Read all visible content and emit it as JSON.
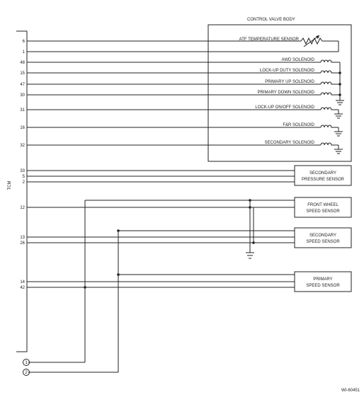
{
  "diagram": {
    "control_valve_body_title": "CONTROL VALVE BODY",
    "tcm_label": "TCM",
    "figure_id": "WI-60451",
    "pins": {
      "p6": "6",
      "p1": "1",
      "p48": "48",
      "p15": "15",
      "p47": "47",
      "p30": "30",
      "p31": "31",
      "p16": "16",
      "p32": "32",
      "p33": "33",
      "p5": "5",
      "p2": "2",
      "p12": "12",
      "p13": "13",
      "p26": "26",
      "p14": "14",
      "p42": "42"
    },
    "components": {
      "atf_temp_sensor": "ATF TEMPERATURE SENSOR",
      "awd_solenoid": "AWD SOLENOID",
      "lockup_duty_solenoid": "LOCK-UP DUTY SOLENOID",
      "primary_up_solenoid": "PRIMARY UP SOLENOID",
      "primary_down_solenoid": "PRIMARY DOWN SOLENOID",
      "lockup_onoff_solenoid": "LOCK-UP ON/OFF SOLENOID",
      "fr_solenoid": "F&R SOLENOID",
      "secondary_solenoid": "SECONDARY SOLENOID"
    },
    "sensors": {
      "secondary_pressure_1": "SECONDARY",
      "secondary_pressure_2": "PRESSURE SENSOR",
      "front_wheel_speed_1": "FRONT WHEEL",
      "front_wheel_speed_2": "SPEED SENSOR",
      "secondary_speed_1": "SECONDARY",
      "secondary_speed_2": "SPEED SENSOR",
      "primary_speed_1": "PRIMARY",
      "primary_speed_2": "SPEED SENSOR"
    },
    "connectors": {
      "c1": "1",
      "c2": "2"
    }
  }
}
